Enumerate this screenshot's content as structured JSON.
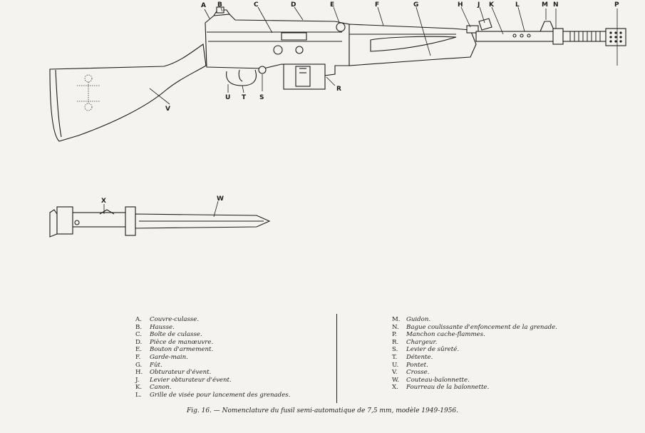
{
  "callouts": [
    "A",
    "B",
    "C",
    "D",
    "E",
    "F",
    "G",
    "H",
    "J",
    "K",
    "L",
    "M",
    "N",
    "P",
    "R",
    "S",
    "T",
    "U",
    "V",
    "W",
    "X"
  ],
  "legend_left": [
    {
      "key": "A.",
      "text": "Couvre-culasse."
    },
    {
      "key": "B.",
      "text": "Hausse."
    },
    {
      "key": "C.",
      "text": "Boîte de culasse."
    },
    {
      "key": "D.",
      "text": "Pièce de manœuvre."
    },
    {
      "key": "E.",
      "text": "Bouton d'armement."
    },
    {
      "key": "F.",
      "text": "Garde-main."
    },
    {
      "key": "G.",
      "text": "Fût."
    },
    {
      "key": "H.",
      "text": "Obturateur d'évent."
    },
    {
      "key": "J.",
      "text": "Levier obturateur d'évent."
    },
    {
      "key": "K.",
      "text": "Canon."
    },
    {
      "key": "L.",
      "text": "Grille de visée pour lancement des grenades."
    }
  ],
  "legend_right": [
    {
      "key": "M.",
      "text": "Guidon."
    },
    {
      "key": "N.",
      "text": "Bague coulissante d'enfoncement de la grenade."
    },
    {
      "key": "P.",
      "text": "Manchon cache-flammes."
    },
    {
      "key": "R.",
      "text": "Chargeur."
    },
    {
      "key": "S.",
      "text": "Levier de sûreté."
    },
    {
      "key": "T.",
      "text": "Détente."
    },
    {
      "key": "U.",
      "text": "Pontet."
    },
    {
      "key": "V.",
      "text": "Crosse."
    },
    {
      "key": "W.",
      "text": "Couteau-baïonnette."
    },
    {
      "key": "X.",
      "text": "Fourreau de la baïonnette."
    }
  ],
  "caption": "Fig. 16. — Nomenclature du fusil semi-automatique de 7,5 mm, modèle 1949-1956."
}
